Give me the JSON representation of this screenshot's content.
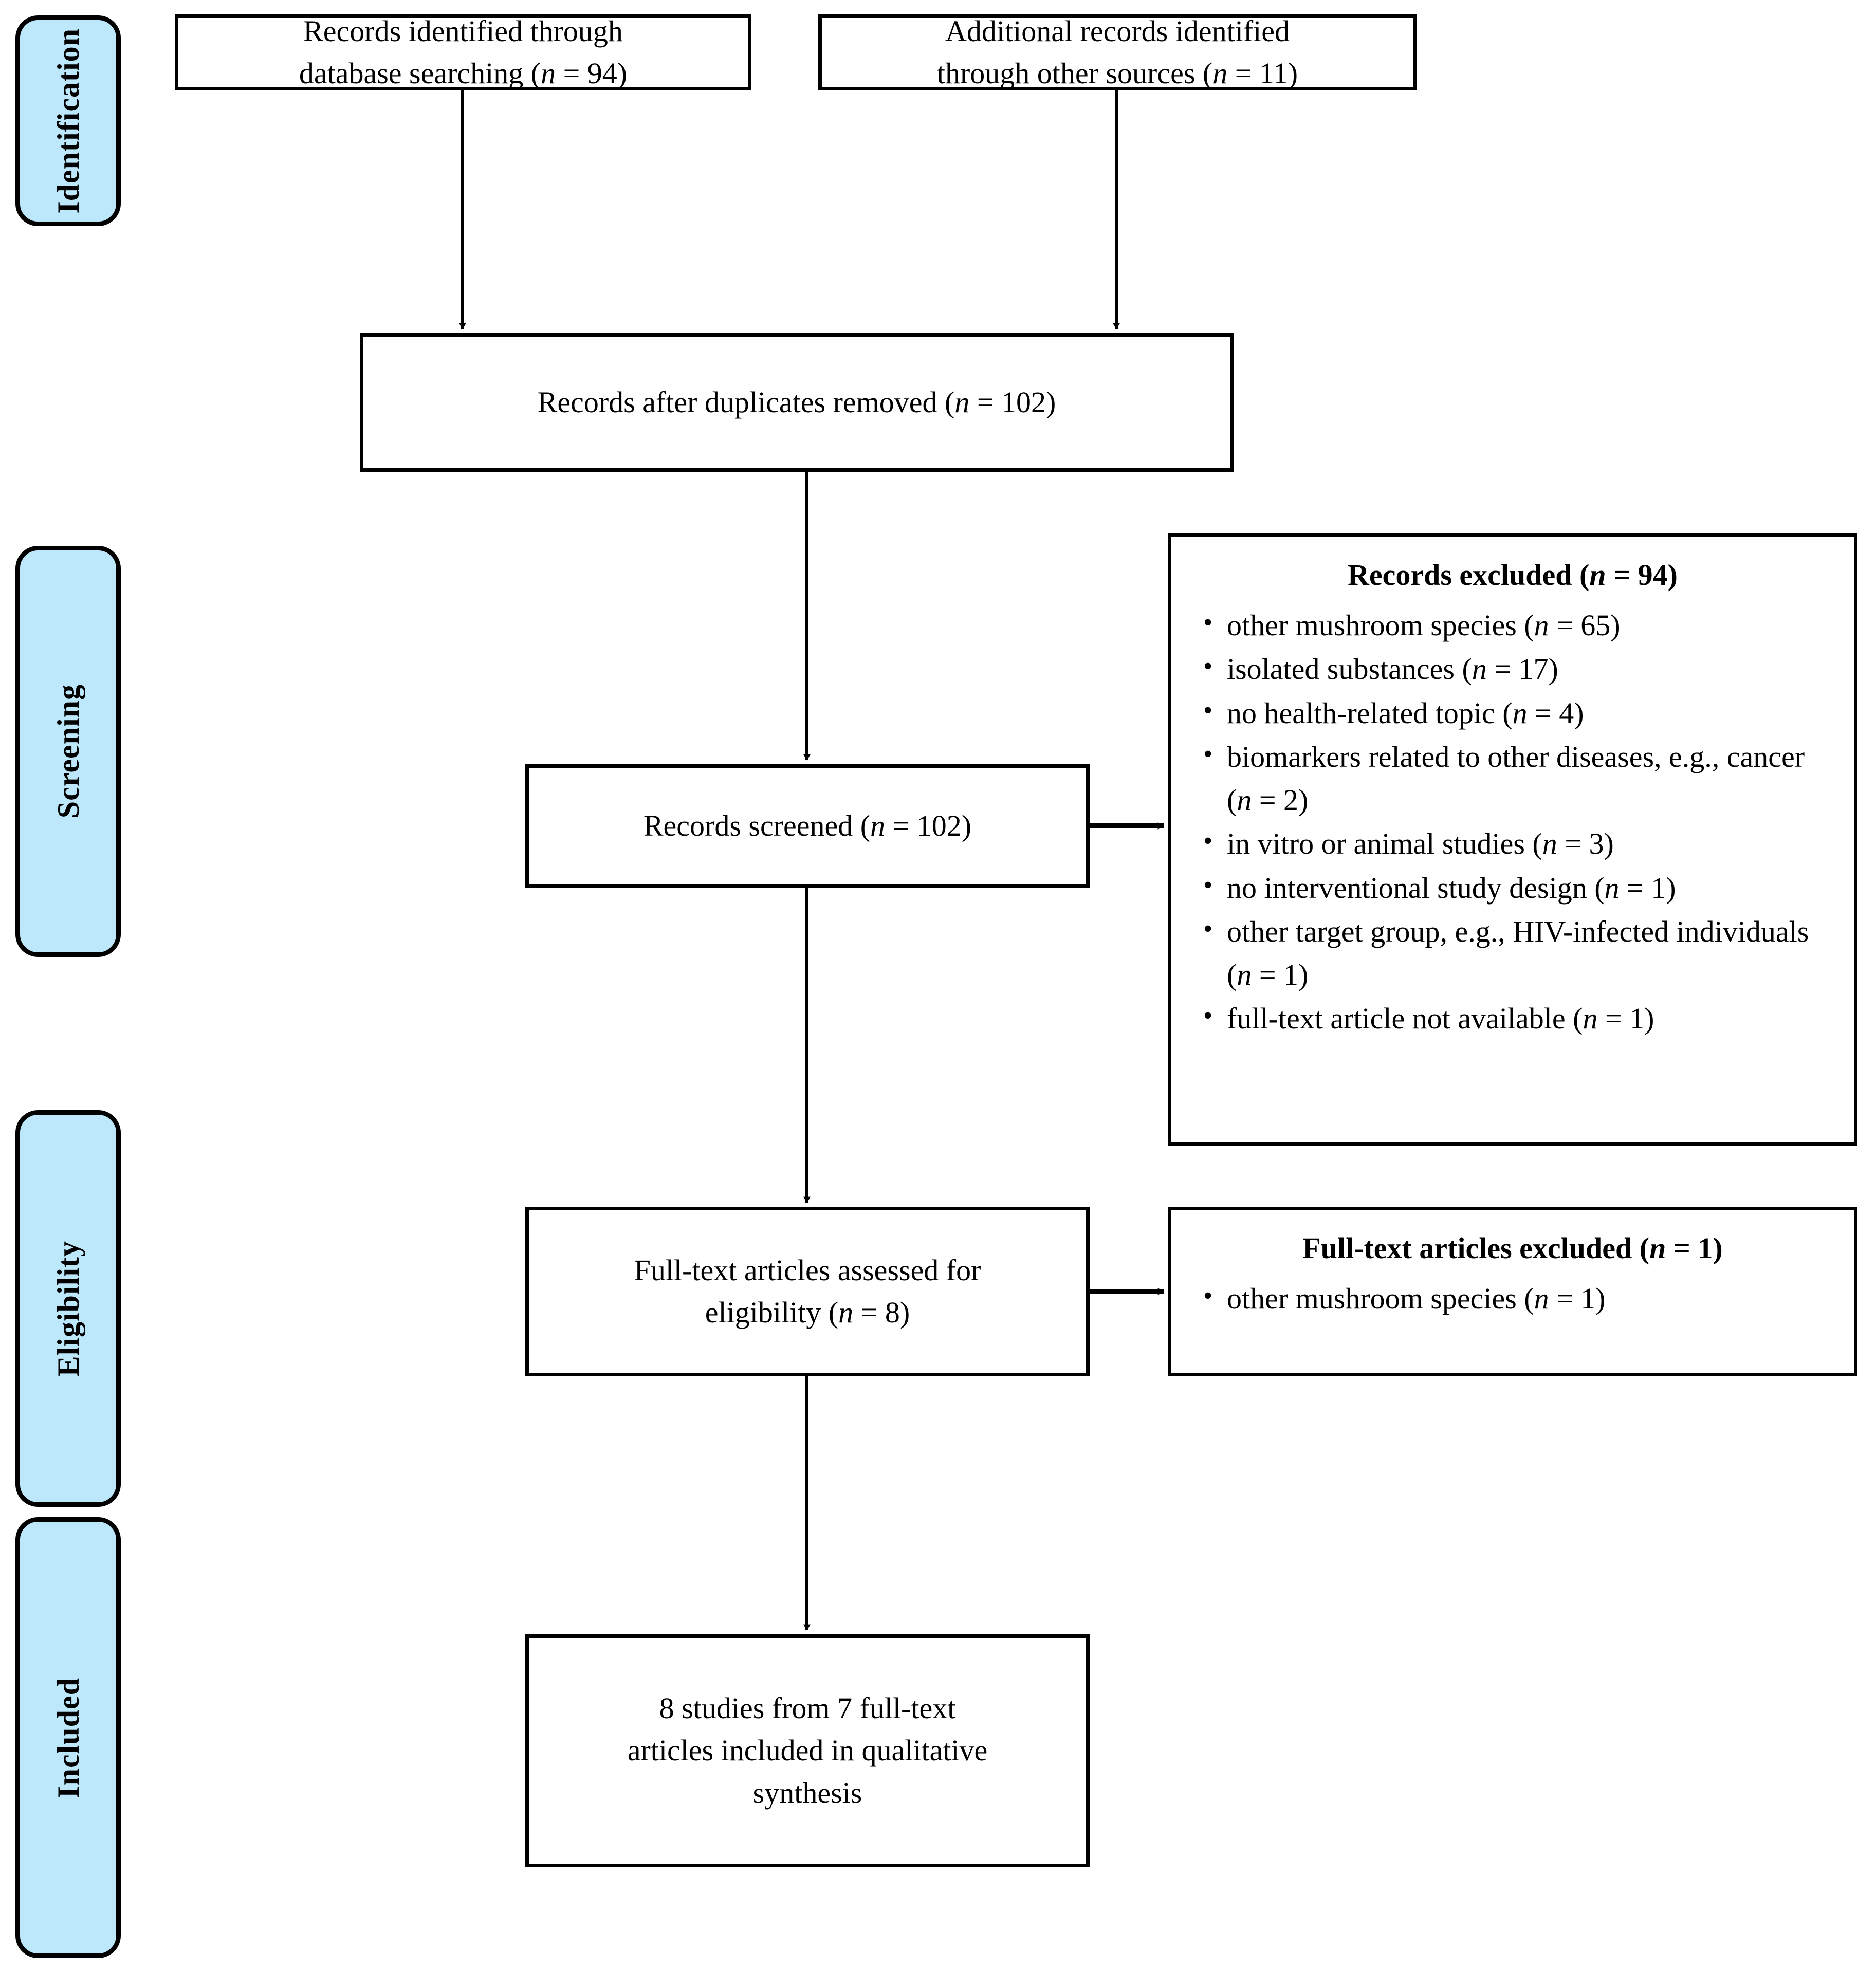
{
  "diagram": {
    "type": "prisma-flow-diagram",
    "accent_color": "#bde8fc",
    "border_color": "#000000",
    "background": "#ffffff"
  },
  "phases": [
    {
      "id": "identification",
      "label": "Identification"
    },
    {
      "id": "screening",
      "label": "Screening"
    },
    {
      "id": "eligibility",
      "label": "Eligibility"
    },
    {
      "id": "included",
      "label": "Included"
    }
  ],
  "boxes": {
    "db_search": {
      "line1": "Records identified through",
      "line2_pre": "database searching (",
      "line2_n": "n",
      "line2_post": " = 94)"
    },
    "other_sources": {
      "line1": "Additional records identified",
      "line2_pre": "through other sources (",
      "line2_n": "n",
      "line2_post": " = 11)"
    },
    "duplicates_removed": {
      "pre": "Records after duplicates removed (",
      "n": "n",
      "post": " = 102)"
    },
    "records_screened": {
      "pre": "Records screened (",
      "n": "n",
      "post": " = 102)"
    },
    "fulltext_assessed": {
      "line1": "Full-text articles assessed for",
      "line2_pre": "eligibility (",
      "line2_n": "n",
      "line2_post": " = 8)"
    },
    "included_studies": {
      "line1": "8 studies from 7 full-text",
      "line2": "articles included in qualitative",
      "line3": "synthesis"
    }
  },
  "panels": {
    "records_excluded": {
      "heading_pre": "Records excluded (",
      "heading_n": "n",
      "heading_post": " = 94)",
      "items": [
        {
          "pre": "other mushroom species (",
          "n": "n",
          "post": " = 65)"
        },
        {
          "pre": "isolated substances (",
          "n": "n",
          "post": " = 17)"
        },
        {
          "pre": "no health-related topic (",
          "n": "n",
          "post": " = 4)"
        },
        {
          "pre": "biomarkers related to other diseases, e.g., cancer (",
          "n": "n",
          "post": " = 2)"
        },
        {
          "pre": "in vitro or animal studies (",
          "n": "n",
          "post": " = 3)"
        },
        {
          "pre": "no interventional study design (",
          "n": "n",
          "post": " = 1)"
        },
        {
          "pre": "other target group, e.g., HIV-infected individuals (",
          "n": "n",
          "post": " = 1)"
        },
        {
          "pre": "full-text article not available (",
          "n": "n",
          "post": " = 1)"
        }
      ]
    },
    "fulltext_excluded": {
      "heading_pre": "Full-text articles excluded (",
      "heading_n": "n",
      "heading_post": " = 1)",
      "items": [
        {
          "pre": "other mushroom species (",
          "n": "n",
          "post": " = 1)"
        }
      ]
    }
  },
  "counts": {
    "identified_database": 94,
    "identified_other_sources": 11,
    "after_duplicates": 102,
    "screened": 102,
    "records_excluded": 94,
    "fulltext_assessed": 8,
    "fulltext_excluded": 1,
    "studies_included": 8,
    "fulltext_articles_included": 7
  }
}
